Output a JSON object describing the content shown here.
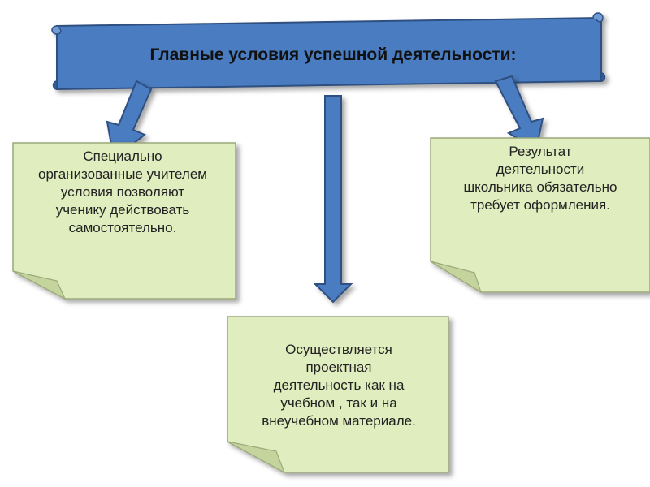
{
  "banner": {
    "title": "Главные условия успешной деятельности:"
  },
  "notes": {
    "left": "Специально\nорганизованные учителем\nусловия позволяют\nученику действовать\nсамостоятельно.",
    "center": "Осуществляется\nпроектная\nдеятельность как на\nучебном , так и на\nвнеучебном материале.",
    "right": "Результат\nдеятельности\nшкольника обязательно\nтребует оформления."
  },
  "colors": {
    "banner_fill": "#4a7cc0",
    "banner_stroke": "#2e4f80",
    "arrow_fill": "#4a7cc0",
    "note_fill": "#e0edbe",
    "note_stroke": "#9aaa7a"
  }
}
